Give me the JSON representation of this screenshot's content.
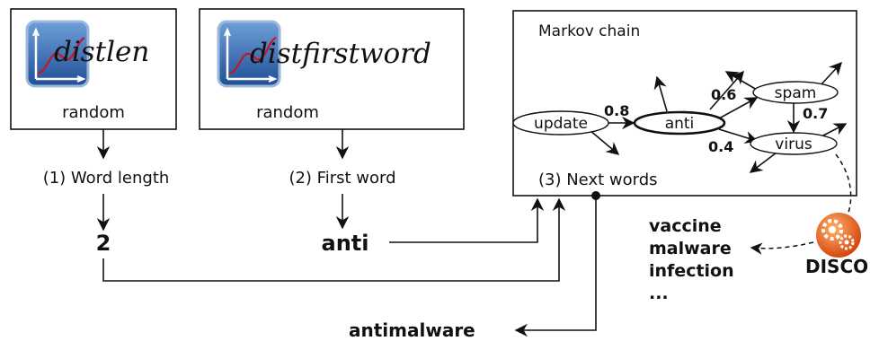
{
  "boxes": {
    "distlen": {
      "label": "distlen",
      "caption": "random"
    },
    "distfirstword": {
      "label": "distfirstword",
      "caption": "random"
    },
    "markov": {
      "title": "Markov chain",
      "caption": "(3) Next words"
    }
  },
  "steps": {
    "word_length": "(1) Word length",
    "first_word": "(2) First word"
  },
  "values": {
    "length": "2",
    "first": "anti",
    "output": "antimalware"
  },
  "graph": {
    "nodes": {
      "update": "update",
      "anti": "anti",
      "spam": "spam",
      "virus": "virus"
    },
    "edges": {
      "update_anti": "0.8",
      "anti_spam": "0.6",
      "anti_virus": "0.4",
      "spam_virus": "0.7"
    }
  },
  "disco": {
    "label": "DISCO",
    "words": [
      "vaccine",
      "malware",
      "infection",
      "..."
    ]
  },
  "colors": {
    "icon_blue": "#3a6db0",
    "icon_curve": "#c0182a",
    "disco_orange": "#e8590c"
  }
}
